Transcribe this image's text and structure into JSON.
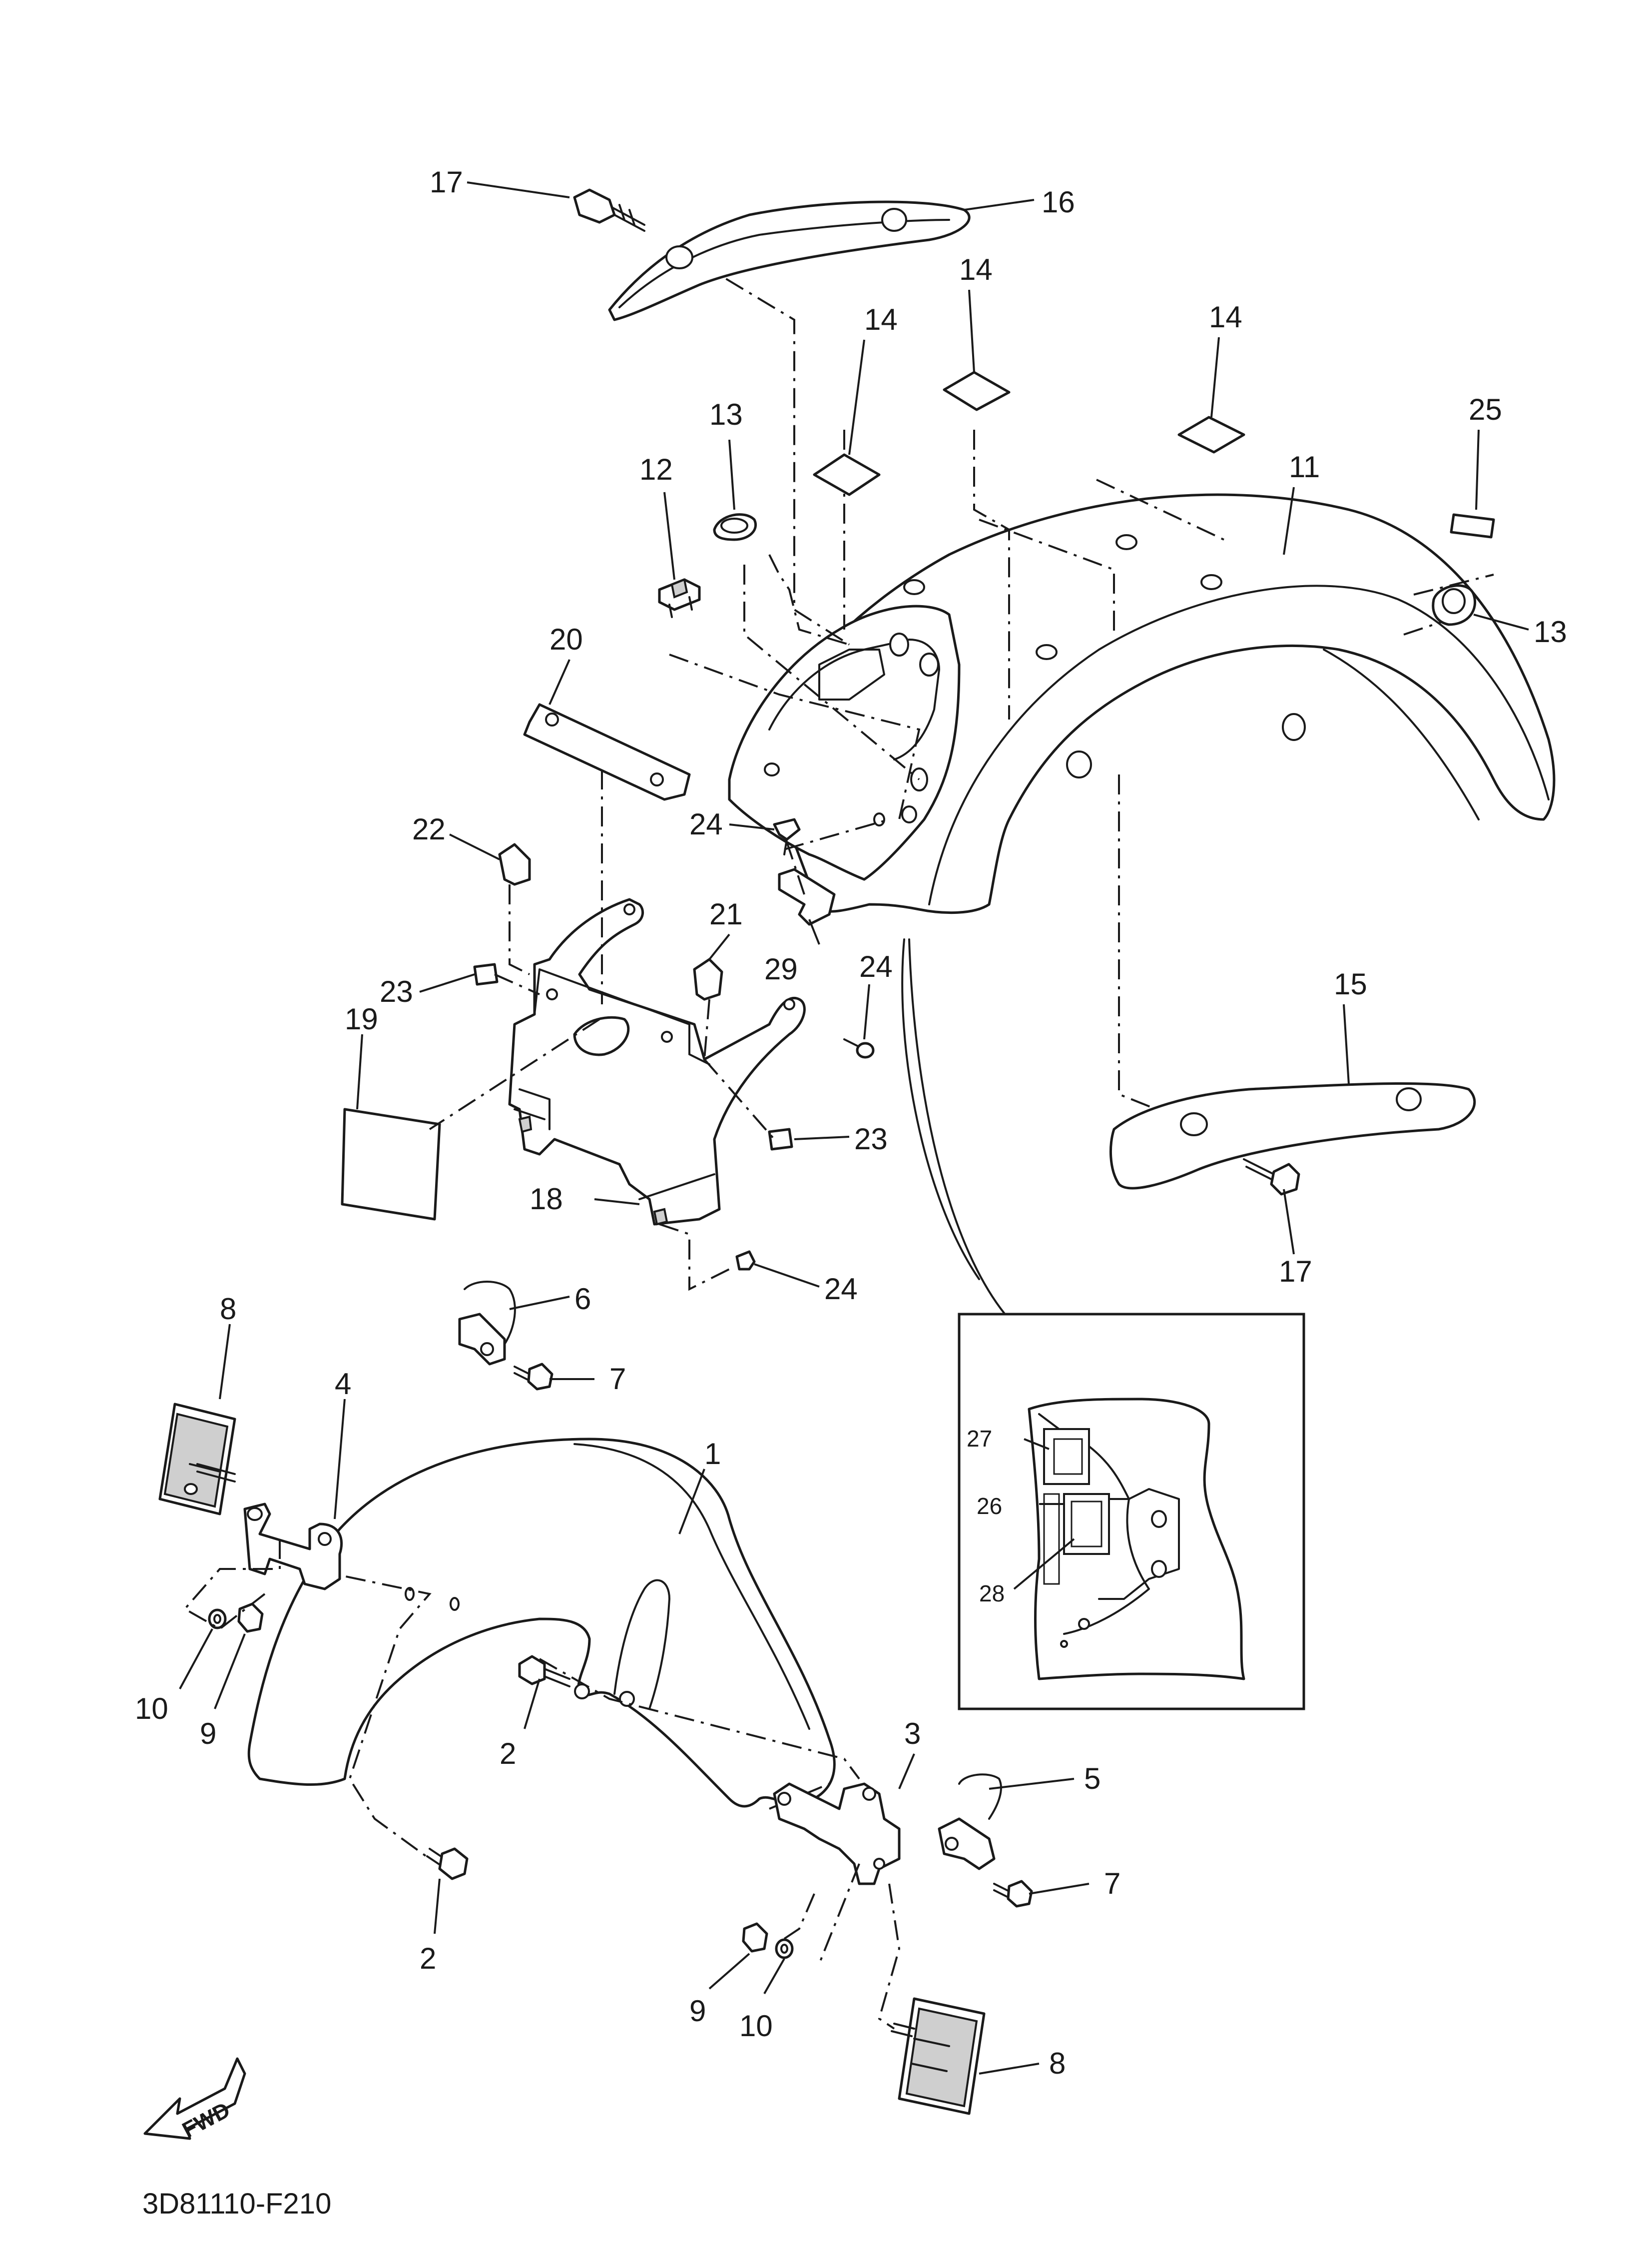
{
  "diagram": {
    "code": "3D81110-F210",
    "fwd_label": "FWD",
    "callouts": {
      "c1": "1",
      "c2a": "2",
      "c2b": "2",
      "c3": "3",
      "c4": "4",
      "c5": "5",
      "c6": "6",
      "c7a": "7",
      "c7b": "7",
      "c8a": "8",
      "c8b": "8",
      "c9a": "9",
      "c9b": "9",
      "c10a": "10",
      "c10b": "10",
      "c11": "11",
      "c12": "12",
      "c13a": "13",
      "c13b": "13",
      "c14a": "14",
      "c14b": "14",
      "c14c": "14",
      "c15": "15",
      "c16": "16",
      "c17a": "17",
      "c17b": "17",
      "c18": "18",
      "c19": "19",
      "c20": "20",
      "c21": "21",
      "c22": "22",
      "c23a": "23",
      "c23b": "23",
      "c24a": "24",
      "c24b": "24",
      "c24c": "24",
      "c25": "25",
      "c26": "26",
      "c27": "27",
      "c28": "28",
      "c29": "29"
    }
  }
}
